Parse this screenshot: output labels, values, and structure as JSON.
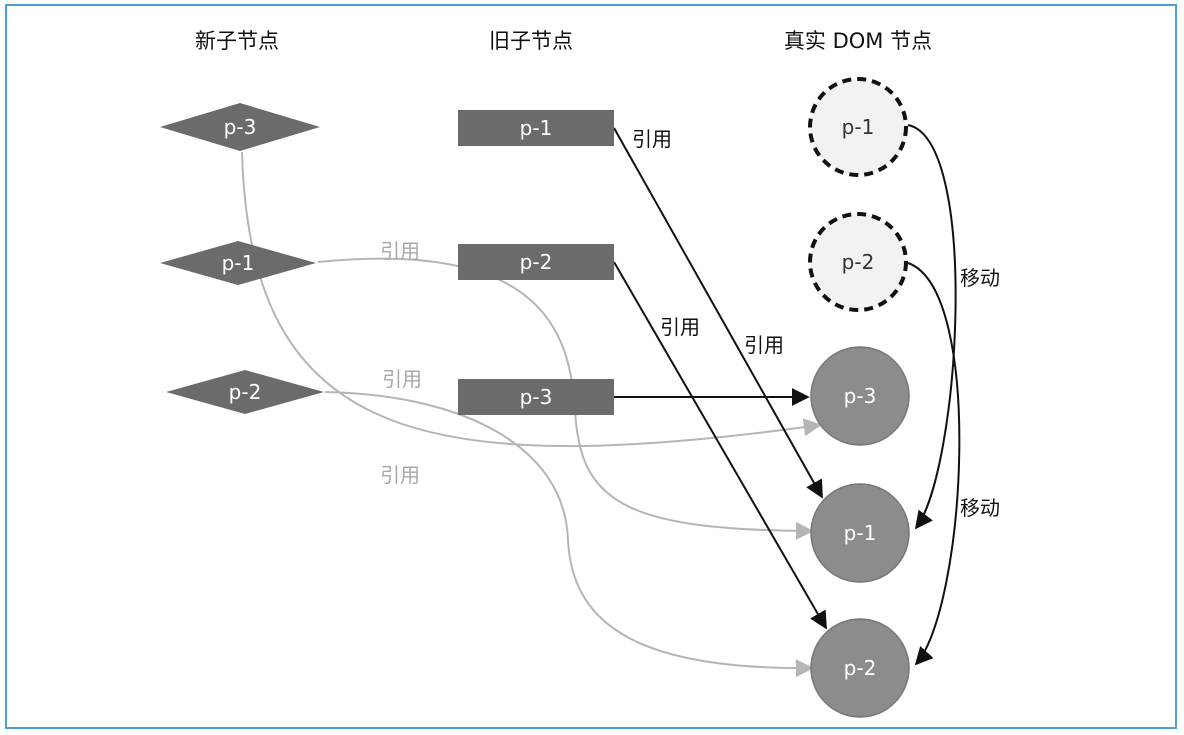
{
  "headers": {
    "new_children": "新子节点",
    "old_children": "旧子节点",
    "real_dom": "真实 DOM 节点"
  },
  "new_children": [
    {
      "id": "n3",
      "label": "p-3"
    },
    {
      "id": "n1",
      "label": "p-1"
    },
    {
      "id": "n2",
      "label": "p-2"
    }
  ],
  "old_children": [
    {
      "id": "o1",
      "label": "p-1"
    },
    {
      "id": "o2",
      "label": "p-2"
    },
    {
      "id": "o3",
      "label": "p-3"
    }
  ],
  "real_dom": {
    "ghosts": [
      {
        "id": "g1",
        "label": "p-1"
      },
      {
        "id": "g2",
        "label": "p-2"
      }
    ],
    "nodes": [
      {
        "id": "d3",
        "label": "p-3"
      },
      {
        "id": "d1",
        "label": "p-1"
      },
      {
        "id": "d2",
        "label": "p-2"
      }
    ]
  },
  "edge_labels": {
    "ref_o1": "引用",
    "ref_o2": "引用",
    "ref_o1_lower": "引用",
    "ref_n1": "引用",
    "ref_n2": "引用",
    "ref_n3": "引用",
    "move_upper": "移动",
    "move_lower": "移动"
  },
  "colors": {
    "shape_fill": "#6b6b6b",
    "dom_fill": "#8c8c8c",
    "ghost_fill": "#f2f2f2",
    "dark_edge": "#111111",
    "gray_edge": "#b5b5b5",
    "border": "#4a9fd8"
  }
}
